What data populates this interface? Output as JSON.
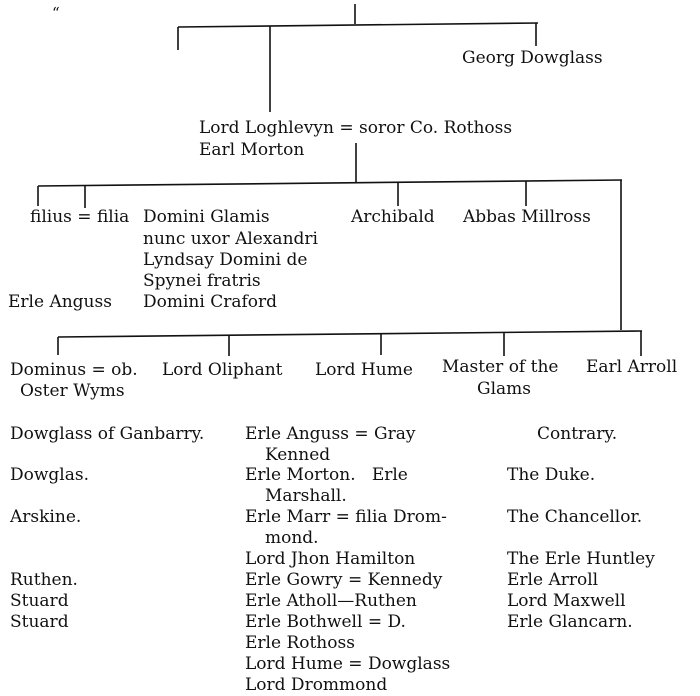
{
  "quote_mark": "“",
  "tree": {
    "georg": "Georg Dowglass",
    "loghlevyn": "Lord Loghlevyn = soror Co. Rothoss",
    "morton": "Earl Morton",
    "filius": "filius = filia",
    "filia_text": [
      "Domini Glamis",
      "nunc uxor Alexandri",
      "Lyndsay Domini de",
      "Spynei fratris",
      "Domini Craford"
    ],
    "archibald": "Archibald",
    "abbas": "Abbas Millross",
    "erle_anguss": "Erle Anguss",
    "gen3": {
      "dominus": [
        "Dominus = ob.",
        "Oster Wyms"
      ],
      "oliphant": "Lord Oliphant",
      "hume": "Lord Hume",
      "master": [
        "Master of the",
        "Glams"
      ],
      "arroll": "Earl Arroll"
    }
  },
  "lists": {
    "left": [
      "Dowglass of Ganbarry.",
      "Dowglas.",
      "Arskine.",
      "Ruthen.",
      "Stuard",
      "Stuard"
    ],
    "middle": [
      "Erle Anguss = Gray",
      "Kenned",
      "Erle Morton.   Erle",
      "Marshall.",
      "Erle Marr = filia Drom-",
      "mond.",
      "Lord Jhon Hamilton",
      "Erle Gowry = Kennedy",
      "Erle Atholl—Ruthen",
      "Erle Bothwell = D.",
      "Erle Rothoss",
      "Lord Hume = Dowglass",
      "Lord Drommond"
    ],
    "right_heading": "Contrary.",
    "right": [
      "The Duke.",
      "The Chancellor.",
      "The Erle Huntley",
      "Erle Arroll",
      "Lord Maxwell",
      "Erle Glancarn."
    ]
  }
}
